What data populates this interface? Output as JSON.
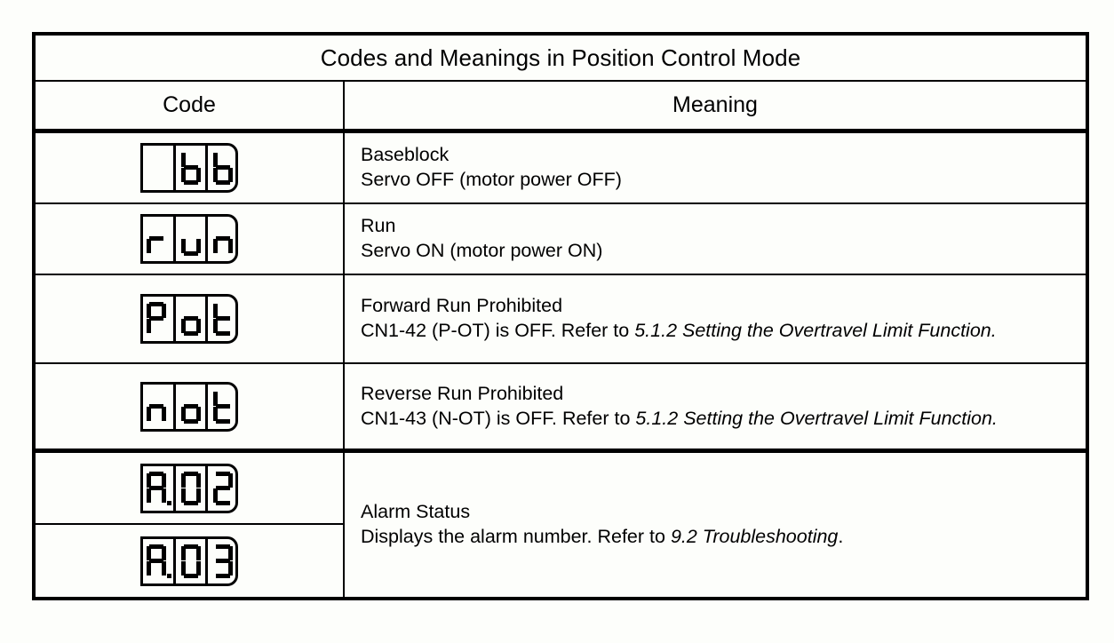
{
  "table": {
    "title": "Codes and Meanings in Position Control Mode",
    "headers": {
      "code": "Code",
      "meaning": "Meaning"
    },
    "rows": [
      {
        "code_text": "bb",
        "segments": [
          "",
          "b",
          "b"
        ],
        "decimal_after": -1,
        "meaning_line1": "Baseblock",
        "meaning_line2": "Servo OFF (motor power OFF)",
        "meaning_line2_italic": "",
        "meaning_line2_tail": ""
      },
      {
        "code_text": "run",
        "segments": [
          "r",
          "u",
          "n"
        ],
        "decimal_after": -1,
        "meaning_line1": "Run",
        "meaning_line2": "Servo ON (motor power ON)",
        "meaning_line2_italic": "",
        "meaning_line2_tail": ""
      },
      {
        "code_text": "Pot",
        "segments": [
          "P",
          "o",
          "t"
        ],
        "decimal_after": -1,
        "meaning_line1": "Forward Run Prohibited",
        "meaning_line2": "CN1-42 (P-OT) is OFF. Refer to ",
        "meaning_line2_italic": "5.1.2 Setting the Overtravel Limit Function.",
        "meaning_line2_tail": ""
      },
      {
        "code_text": "not",
        "segments": [
          "n",
          "o",
          "t"
        ],
        "decimal_after": -1,
        "meaning_line1": "Reverse Run Prohibited",
        "meaning_line2": "CN1-43 (N-OT) is OFF. Refer to ",
        "meaning_line2_italic": "5.1.2 Setting the Overtravel Limit Function.",
        "meaning_line2_tail": ""
      }
    ],
    "alarm": {
      "codes": [
        {
          "code_text": "A.02",
          "segments": [
            "A",
            "0",
            "2"
          ],
          "decimal_after": 0
        },
        {
          "code_text": "A.03",
          "segments": [
            "A",
            "0",
            "3"
          ],
          "decimal_after": 0
        }
      ],
      "meaning_line1": "Alarm Status",
      "meaning_line2": "Displays the alarm number. Refer to ",
      "meaning_line2_italic": "9.2 Troubleshooting",
      "meaning_line2_tail": "."
    }
  },
  "colors": {
    "border": "#000000",
    "background": "#fdfefb",
    "text": "#000000"
  }
}
